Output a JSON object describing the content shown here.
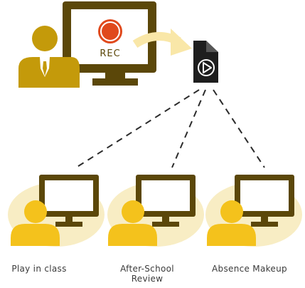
{
  "recorder": {
    "rec_label": "REC"
  },
  "viewers": [
    {
      "label": "Play in class"
    },
    {
      "label": "After-School\nReview"
    },
    {
      "label": "Absence Makeup"
    }
  ],
  "colors": {
    "monitor": "#5b4709",
    "presenter": "#c49a0a",
    "viewer_person": "#f4c21c",
    "viewer_glow": "#f8edc4",
    "arrow": "#f9e7a8",
    "rec_button": "#e0491c",
    "file_icon": "#1e1e1e",
    "dash_line": "#2b2b2b"
  }
}
